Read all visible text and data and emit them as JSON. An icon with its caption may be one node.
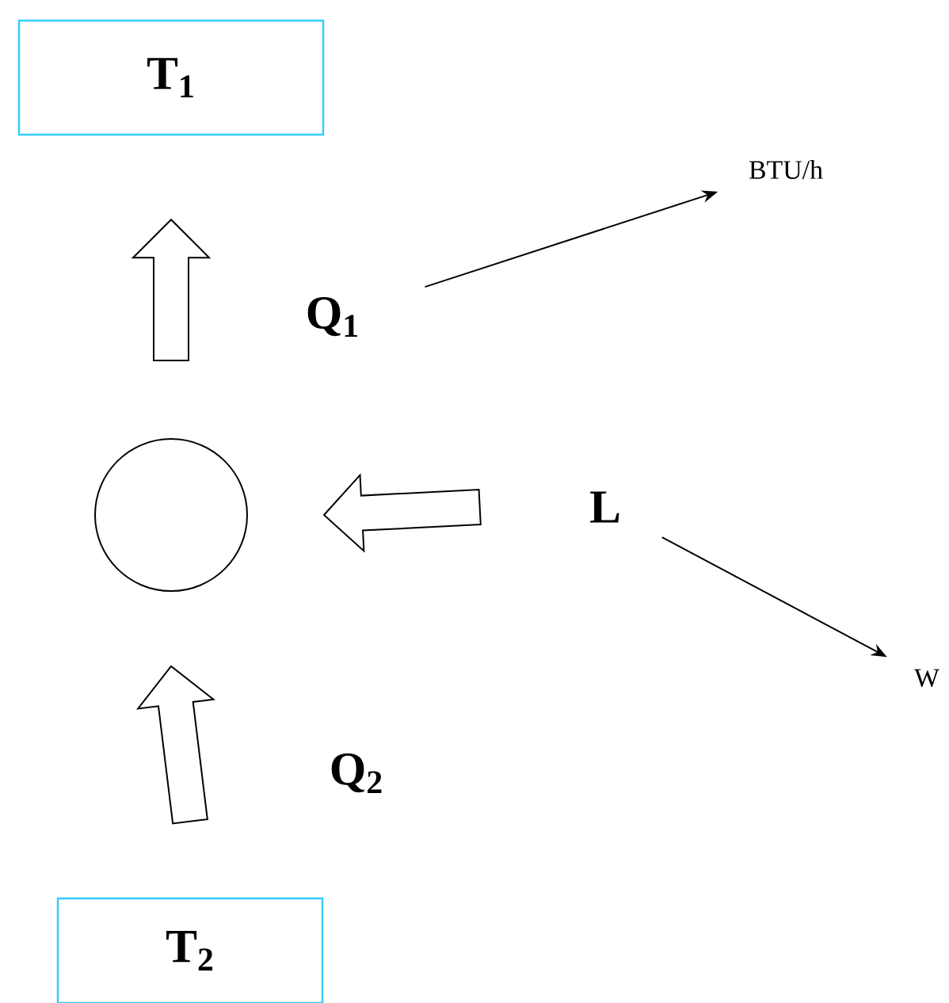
{
  "diagram": {
    "nodes": [
      {
        "text": [
          "T$_{1}$"
        ]
      },
      {
        "text": [
          "Q$_{1}$"
        ]
      },
      {
        "text": [
          "BTU/h"
        ]
      },
      {
        "text": [],
        "shape": "circle"
      },
      {
        "text": [
          "L"
        ]
      },
      {
        "text": [
          "W"
        ]
      },
      {
        "text": [
          "T$_{2}$"
        ]
      }
    ],
    "edges": [
      {
        "from": 6,
        "to": 3,
        "arrow": "to",
        "style": "thick",
        "label": "Q$_{2}$"
      },
      {
        "from": 3,
        "to": 0,
        "arrow": "to",
        "style": "thick"
      },
      {
        "from": 4,
        "to": 3,
        "arrow": "to",
        "style": "thick"
      },
      {
        "from": 1,
        "to": 2,
        "arrow": "to"
      },
      {
        "from": 4,
        "to": 5,
        "arrow": "to"
      }
    ]
  }
}
